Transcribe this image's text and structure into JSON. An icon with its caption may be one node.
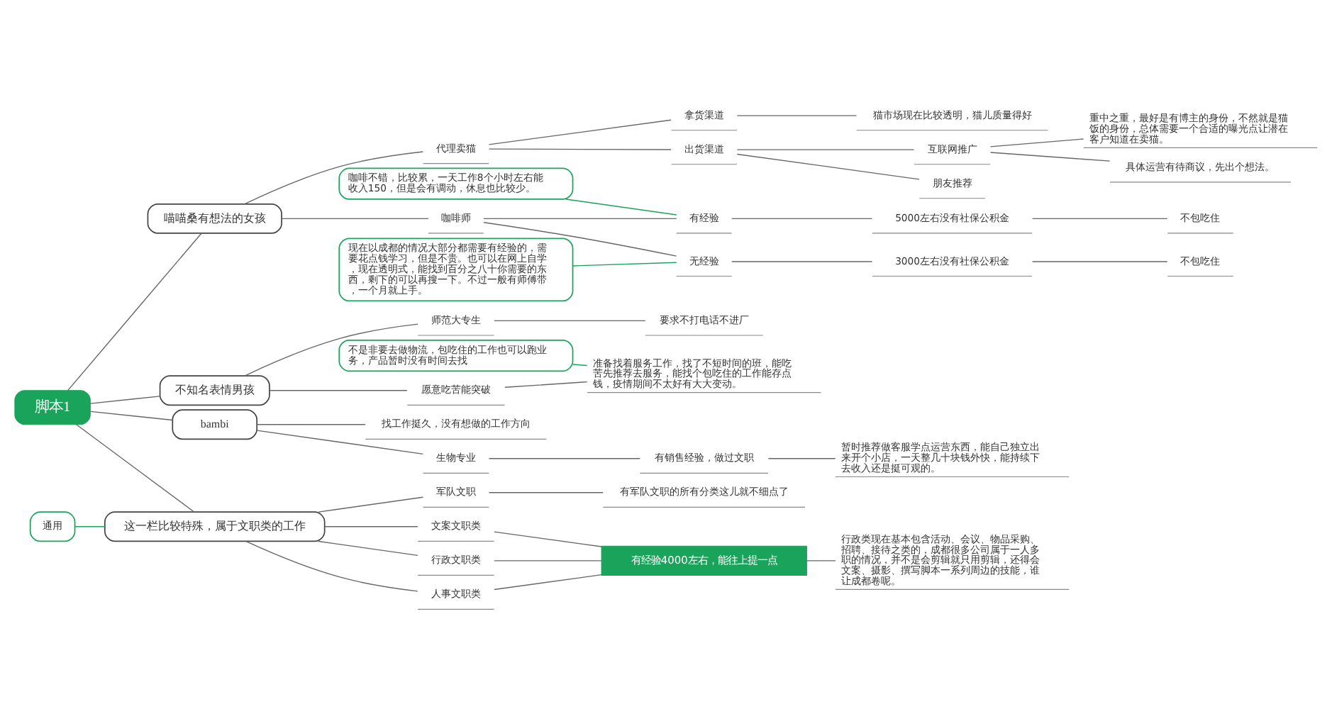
{
  "diagram": {
    "nodes": [
      {
        "text": [
          "脚本1"
        ]
      },
      {
        "text": [
          "喵喵桑有想法的女孩"
        ]
      },
      {
        "text": [
          "咖啡师"
        ]
      },
      {
        "text": [
          "咖啡不错，比较累，一天工作8个小时左右能收入150，但是会有调动，休息也比较少。"
        ]
      },
      {
        "text": [
          "有经验"
        ]
      },
      {
        "text": [
          "5000左右没有社保公积金"
        ]
      },
      {
        "text": [
          "不包吃住"
        ]
      },
      {
        "text": [
          "现在以成都的情况大部分都需要有经验的，需要花点钱学习，但是不贵。也可以在网上自学，现在透明式，能找到百分之八十你需要的东西，剩下的可以再搜一下。不过一般有师傅带，一个月就上手。"
        ]
      },
      {
        "text": [
          "无经验"
        ]
      },
      {
        "text": [
          "3000左右没有社保公积金"
        ]
      },
      {
        "text": [
          "不包吃住"
        ]
      },
      {
        "text": [
          "代理卖猫"
        ]
      },
      {
        "text": [
          "拿货渠道"
        ]
      },
      {
        "text": [
          "猫市场现在比较透明，猫儿质量得好"
        ]
      },
      {
        "text": [
          "出货渠道"
        ]
      },
      {
        "text": [
          "朋友推荐"
        ]
      },
      {
        "text": [
          "互联网推广"
        ]
      },
      {
        "text": [
          "重中之重，最好是有博主的身份，不然就是猫饭的身份，总体需要一个合适的曝光点让潜在客户知道在卖猫。"
        ]
      },
      {
        "text": [
          "具体运营有待商议，先出个想法。"
        ]
      },
      {
        "text": [
          "bambi"
        ]
      },
      {
        "text": [
          "生物专业"
        ]
      },
      {
        "text": [
          "有销售经验，做过文职"
        ]
      },
      {
        "text": [
          "暂时推荐做客服学点运营东西，能自己独立出来开个小店，一天整几十块钱外快，能持续下去收入还是挺可观的。"
        ]
      },
      {
        "text": [
          "找工作挺久，没有想做的工作方向"
        ]
      },
      {
        "text": [
          "不知名表情男孩"
        ]
      },
      {
        "text": [
          "师范大专生"
        ]
      },
      {
        "text": [
          "要求不打电话不进厂"
        ]
      },
      {
        "text": [
          "不是非要去做物流，包吃住的工作也可以跑业务，产品暂时没有时间去找"
        ]
      },
      {
        "text": [
          "愿意吃苦能突破"
        ]
      },
      {
        "text": [
          "准备找着服务工作，找了不短时间的班，能吃苦先推荐去服务，能找个包吃住的工作能存点钱，疫情期间不太好有大大变动。"
        ]
      },
      {
        "text": [
          "通用"
        ]
      },
      {
        "text": [
          "这一栏比较特殊，属于文职类的工作"
        ]
      },
      {
        "text": [
          "行政文职类"
        ]
      },
      {
        "text": [
          "人事文职类"
        ]
      },
      {
        "text": [
          "文案文职类"
        ]
      },
      {
        "text": [
          "有经验4000左右，能往上提一点"
        ]
      },
      {
        "text": [
          "行政类现在基本包含活动、会议、物品采购、招聘、接待之类的，成都很多公司属于一人多职的情况，并不是会剪辑就只用剪辑，还得会文案、摄影、撰写脚本一系列周边的技能，谁让成都卷呢。"
        ]
      },
      {
        "text": [
          "军队文职"
        ]
      },
      {
        "text": [
          "有军队文职的所有分类这儿就不细点了"
        ]
      }
    ],
    "edges": [
      {
        "from": 0,
        "to": 1,
        "arrow": "none"
      },
      {
        "from": 1,
        "to": 2,
        "arrow": "none"
      },
      {
        "from": 3,
        "to": 4,
        "arrow": "none"
      },
      {
        "from": 2,
        "to": 4,
        "arrow": "none"
      },
      {
        "from": 4,
        "to": 5,
        "arrow": "none"
      },
      {
        "from": 5,
        "to": 6,
        "arrow": "none"
      },
      {
        "from": 7,
        "to": 8,
        "arrow": "none"
      },
      {
        "from": 2,
        "to": 8,
        "arrow": "none"
      },
      {
        "from": 8,
        "to": 9,
        "arrow": "none"
      },
      {
        "from": 9,
        "to": 10,
        "arrow": "none"
      },
      {
        "from": 1,
        "to": 11,
        "arrow": "none"
      },
      {
        "from": 11,
        "to": 12,
        "arrow": "none"
      },
      {
        "from": 12,
        "to": 13,
        "arrow": "none"
      },
      {
        "from": 11,
        "to": 14,
        "arrow": "none"
      },
      {
        "from": 14,
        "to": 15,
        "arrow": "none"
      },
      {
        "from": 14,
        "to": 16,
        "arrow": "none"
      },
      {
        "from": 16,
        "to": 17,
        "arrow": "none"
      },
      {
        "from": 16,
        "to": 18,
        "arrow": "none"
      },
      {
        "from": 0,
        "to": 19,
        "arrow": "none"
      },
      {
        "from": 19,
        "to": 20,
        "arrow": "none"
      },
      {
        "from": 20,
        "to": 21,
        "arrow": "none"
      },
      {
        "from": 21,
        "to": 22,
        "arrow": "none"
      },
      {
        "from": 19,
        "to": 23,
        "arrow": "none"
      },
      {
        "from": 0,
        "to": 24,
        "arrow": "none"
      },
      {
        "from": 24,
        "to": 25,
        "arrow": "none"
      },
      {
        "from": 25,
        "to": 26,
        "arrow": "none"
      },
      {
        "from": 27,
        "to": 29,
        "arrow": "none"
      },
      {
        "from": 24,
        "to": 28,
        "arrow": "none"
      },
      {
        "from": 28,
        "to": 29,
        "arrow": "none"
      },
      {
        "from": 30,
        "to": 31,
        "arrow": "none"
      },
      {
        "from": 0,
        "to": 31,
        "arrow": "none"
      },
      {
        "from": 31,
        "to": 32,
        "arrow": "none"
      },
      {
        "from": 31,
        "to": 33,
        "arrow": "none"
      },
      {
        "from": 31,
        "to": 34,
        "arrow": "none"
      },
      {
        "from": 32,
        "to": 35,
        "arrow": "none"
      },
      {
        "from": 33,
        "to": 35,
        "arrow": "none"
      },
      {
        "from": 34,
        "to": 35,
        "arrow": "none"
      },
      {
        "from": 35,
        "to": 36,
        "arrow": "none"
      },
      {
        "from": 31,
        "to": 37,
        "arrow": "none"
      },
      {
        "from": 37,
        "to": 38,
        "arrow": "none"
      }
    ]
  }
}
